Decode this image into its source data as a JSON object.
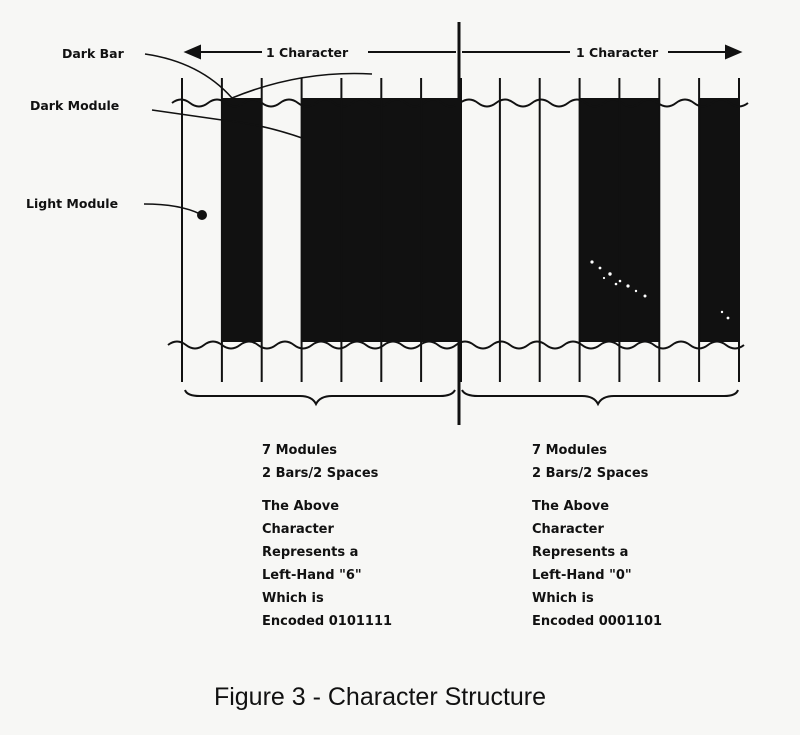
{
  "labels": {
    "dark_bar": "Dark Bar",
    "dark_module": "Dark Module",
    "light_module": "Light Module"
  },
  "span_left": "1 Character",
  "span_right": "1 Character",
  "characters": [
    {
      "modules_line": "7 Modules",
      "bars_line": "2 Bars/2 Spaces",
      "description": [
        "The Above",
        "Character",
        "Represents a",
        "Left-Hand \"6\"",
        "Which is",
        "Encoded 0101111"
      ],
      "encoding": "0101111"
    },
    {
      "modules_line": "7 Modules",
      "bars_line": "2 Bars/2 Spaces",
      "description": [
        "The Above",
        "Character",
        "Represents a",
        "Left-Hand \"0\"",
        "Which is",
        "Encoded 0001101"
      ],
      "encoding": "0001101"
    }
  ],
  "caption": "Figure 3 - Character Structure",
  "colors": {
    "ink": "#111111",
    "paper": "#f7f7f5"
  }
}
